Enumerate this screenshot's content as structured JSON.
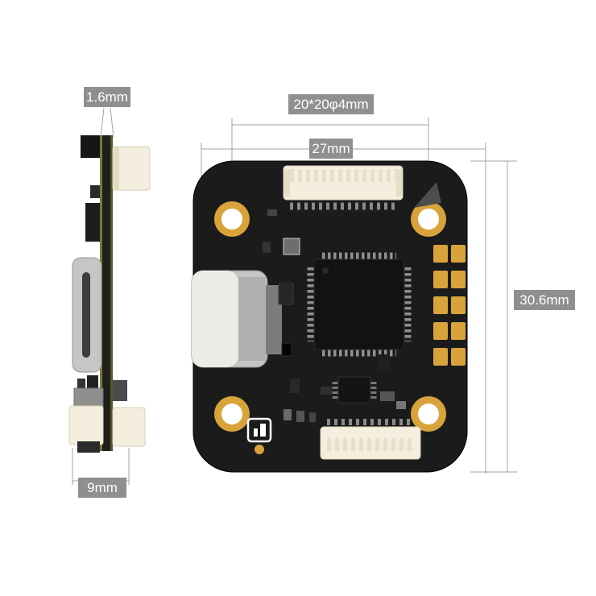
{
  "page": {
    "background": "#ffffff",
    "description": "Flight controller PCB dimension diagram: side view (left) and top view (right)"
  },
  "labels": {
    "thickness": "1.6mm",
    "side_width": "9mm",
    "mounting": "20*20φ4mm",
    "width": "27mm",
    "height": "30.6mm"
  },
  "colors": {
    "label_bg": "#8f8f8f",
    "label_text": "#ffffff",
    "dim_line": "#a3a3a3",
    "board_black": "#1b1b1b",
    "board_stroke": "#000000",
    "gold": "#d9a33c",
    "hole_inner": "#ffffff",
    "connector_cream": "#f3eedd",
    "connector_edge": "#d8d1b8",
    "usb_shell": "#c6c6c4",
    "usb_face": "#ebebe8",
    "chip_black": "#121212",
    "pin_gray": "#8f8f8f",
    "silkscreen": "#ffffff",
    "pcb_edge_green": "#7a7a33"
  }
}
